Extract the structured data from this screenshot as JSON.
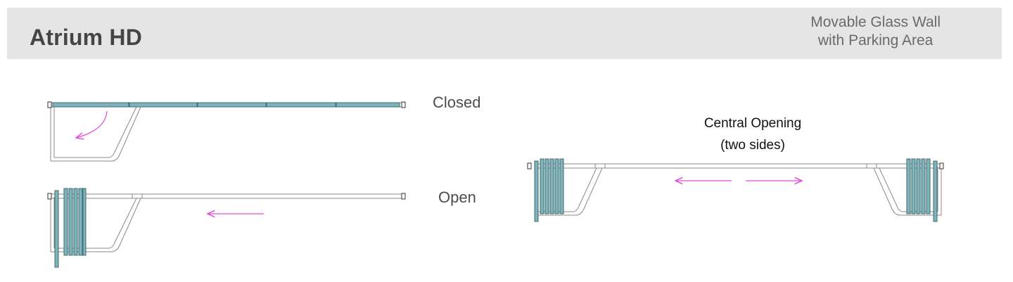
{
  "header": {
    "title": "Atrium HD",
    "subtitle_line1": "Movable Glass Wall",
    "subtitle_line2": "with Parking Area"
  },
  "labels": {
    "closed": "Closed",
    "open": "Open",
    "central_line1": "Central Opening",
    "central_line2": "(two sides)"
  },
  "colors": {
    "header_band": "#e5e5e5",
    "glass_panel": "#7fb3b9",
    "arrow": "#e14fd8",
    "track": "#8a8a8a"
  }
}
